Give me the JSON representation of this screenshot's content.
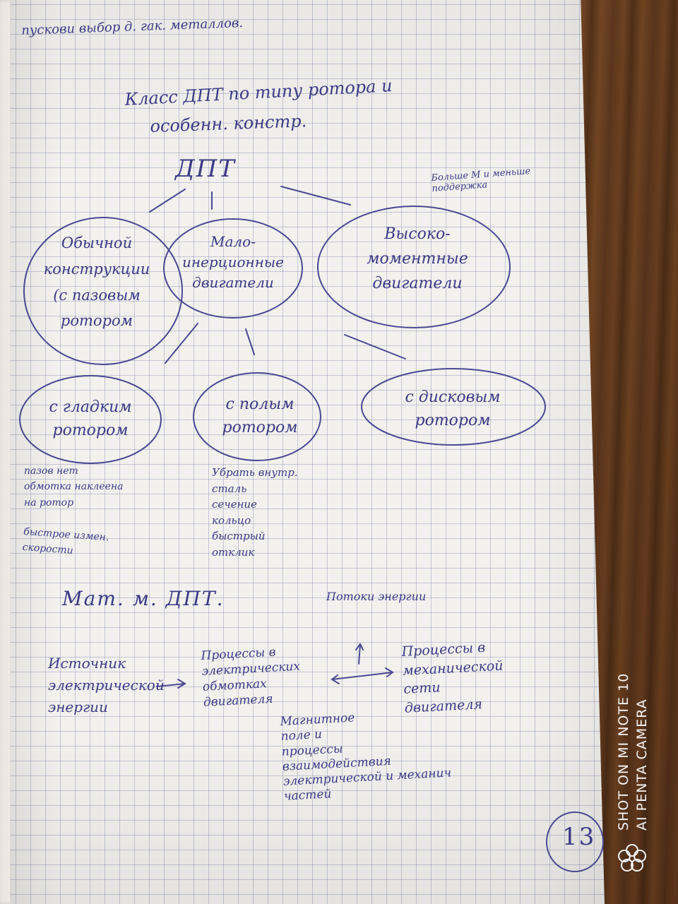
{
  "note": {
    "top_line": "пускови выбор д. гак. металлов.",
    "title_line1": "Класс ДПТ по типу ротора и",
    "title_line2": "особенн. констр.",
    "root": "ДПТ",
    "side_note": "Больше М и меньше\nподдержка",
    "nodes": [
      "Обычной\nконструкции\n(с пазовым\nротором",
      "Мало-\nинерционные\nдвигатели",
      "Высоко-\nмоментные\nдвигатели",
      "с гладким\nротором",
      "с полым\nротором",
      "с дисковым\nротором"
    ],
    "note_left": "пазов нет\nобмотка наклеена\nна ротор",
    "note_left2": "быстрое измен.\nскорости",
    "note_mid": "Убрать внутр.\nсталь\nсечение\nкольцо\nбыстрый\nотклик",
    "math_heading": "Мат. м. ДПТ.",
    "energy_flow": "Потоки энергии",
    "flow_source": "Источник\nэлектрической\nэнергии",
    "flow_electric": "Процессы в\nэлектрических\nобмотках\nдвигателя",
    "flow_mechanical": "Процессы в\nмеханической\nсети\nдвигателя",
    "magnetic": "Магнитное\nполе и\nпроцессы\nвзаимодействия\nэлектрической и механич\nчастей",
    "page_number": "13"
  },
  "watermark": {
    "line1": "SHOT ON MI NOTE 10",
    "line2": "AI PENTA CAMERA",
    "logo_icon": "camera-flower-icon"
  },
  "colors": {
    "ink": "#3b3a86",
    "paper": "#f2f1ee",
    "grid": "#7882aa",
    "wood": "#5a3319"
  }
}
